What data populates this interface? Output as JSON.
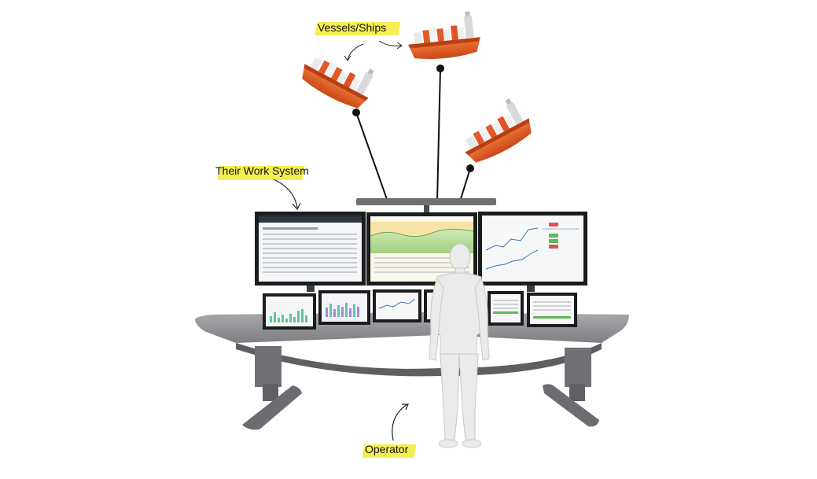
{
  "labels": {
    "vessels": "Vessels/Ships",
    "work_system": "Their Work System",
    "operator": "Operator"
  },
  "colors": {
    "highlight": "#f4ee52",
    "hull": "#e2571e",
    "desk": "#8d8f92",
    "screen_bezel": "#1b1c1e",
    "connector": "#111111"
  },
  "icons": [
    "cargo-ship-icon",
    "arrow-icon"
  ]
}
